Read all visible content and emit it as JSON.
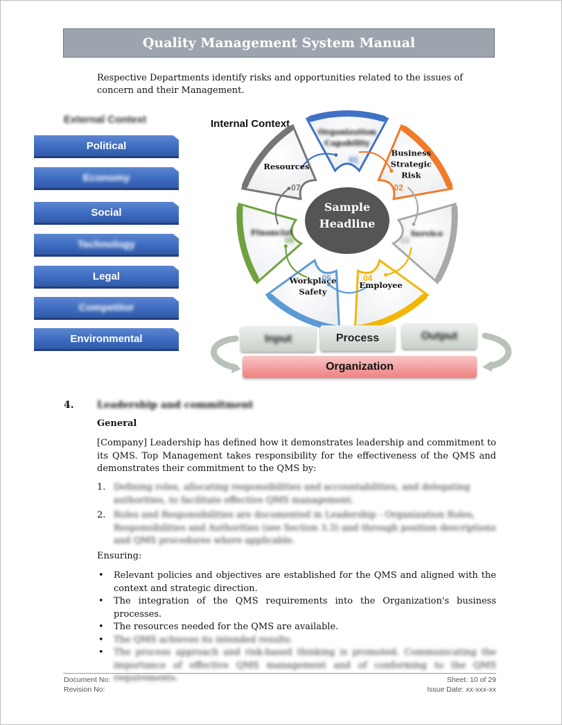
{
  "header": {
    "title": "Quality Management System Manual"
  },
  "intro": "Respective Departments identify risks and opportunities related to the issues of concern and their Management.",
  "external_context": {
    "title": "External Context",
    "items": [
      "Political",
      "Economy",
      "Social",
      "Technology",
      "Legal",
      "Competitor",
      "Environmental"
    ]
  },
  "internal_context": {
    "title": "Internal Context",
    "center": [
      "Sample",
      "Headline"
    ],
    "segments": [
      {
        "number": "01",
        "label": [
          "Organization",
          "Capability"
        ],
        "color": "#3f72c6"
      },
      {
        "number": "02",
        "label": [
          "Business",
          "Strategic",
          "Risk"
        ],
        "color": "#f07b2a"
      },
      {
        "number": "03",
        "label": [
          "Service"
        ],
        "color": "#a9a9a9"
      },
      {
        "number": "04",
        "label": [
          "Employee"
        ],
        "color": "#f2b705"
      },
      {
        "number": "05",
        "label": [
          "Workplace",
          "Safety"
        ],
        "color": "#5b9bd5"
      },
      {
        "number": "06",
        "label": [
          "Financial"
        ],
        "color": "#6fa23f"
      },
      {
        "number": "07",
        "label": [
          "Resources"
        ],
        "color": "#767676"
      }
    ]
  },
  "process_bar": {
    "input": "Input",
    "process": "Process",
    "output": "Output",
    "organization": "Organization"
  },
  "section": {
    "number": "4.",
    "title": "Leadership and commitment",
    "subheading": "General",
    "paragraph": "[Company] Leadership has defined how it demonstrates leadership and commitment to its QMS. Top Management takes responsibility for the effectiveness of the QMS and demonstrates their commitment to the QMS by:",
    "numbered": [
      {
        "num": "1.",
        "text": "Defining roles, allocating responsibilities and accountabilities, and delegating authorities, to facilitate effective QMS management."
      },
      {
        "num": "2.",
        "text": "Roles and Responsibilities are documented in Leadership - Organization Roles, Responsibilities and Authorities (see Section 3.3) and through position descriptions and QMS procedures where applicable."
      }
    ],
    "ensuring_label": "Ensuring:",
    "bullets": [
      "Relevant policies and objectives are established for the QMS and aligned with the context and strategic direction.",
      "The integration of the QMS requirements into the Organization's business processes.",
      "The resources needed for the QMS are available.",
      "The QMS achieves its intended results.",
      "The process approach and risk-based thinking is promoted. Communicating the importance of effective QMS management and of conforming to the QMS requirements."
    ]
  },
  "footer": {
    "document_no": "Document No:",
    "revision_no": "Revision No:",
    "sheet": "Sheet: 10 of 29",
    "issue_date": "Issue Date: xx-xxx-xx"
  }
}
